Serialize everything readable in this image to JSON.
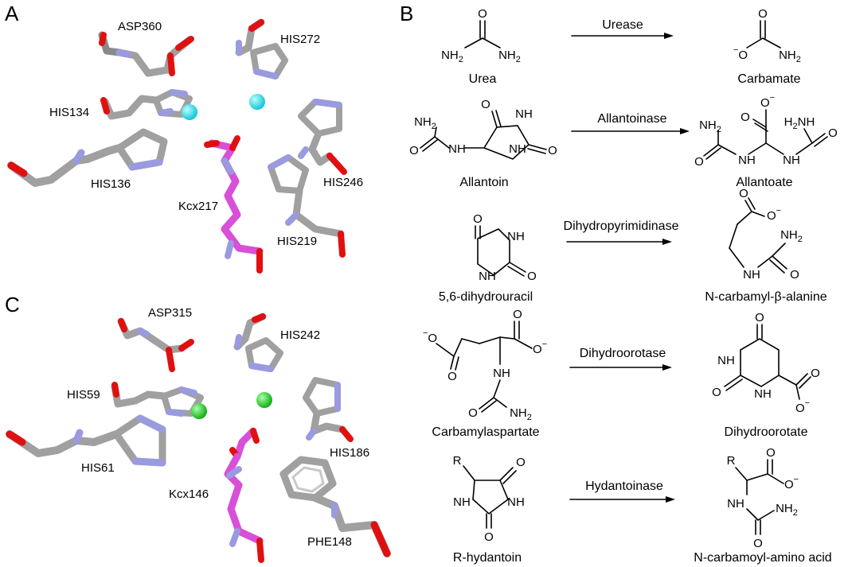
{
  "panels": {
    "a": {
      "letter": "A",
      "residues": [
        "ASP360",
        "HIS272",
        "HIS134",
        "HIS136",
        "HIS246",
        "Kcx217",
        "HIS219"
      ]
    },
    "b": {
      "letter": "B",
      "reactions": [
        {
          "enzyme": "Urease",
          "substrate": "Urea",
          "product": "Carbamate"
        },
        {
          "enzyme": "Allantoinase",
          "substrate": "Allantoin",
          "product": "Allantoate"
        },
        {
          "enzyme": "Dihydropyrimidinase",
          "substrate": "5,6-dihydrouracil",
          "product": "N-carbamyl-β-alanine"
        },
        {
          "enzyme": "Dihydroorotase",
          "substrate": "Carbamylaspartate",
          "product": "Dihydroorotate"
        },
        {
          "enzyme": "Hydantoinase",
          "substrate": "R-hydantoin",
          "product": "N-carbamoyl-amino acid"
        }
      ]
    },
    "c": {
      "letter": "C",
      "residues": [
        "ASP315",
        "HIS242",
        "HIS59",
        "HIS61",
        "HIS186",
        "Kcx146",
        "PHE148"
      ]
    }
  },
  "atoms": {
    "O": "O",
    "NH": "NH",
    "NH2": "NH",
    "sub2": "2",
    "H2N": "H",
    "N2sub": "2",
    "R": "R",
    "minus": "−"
  },
  "colors": {
    "carbon": "#9b9b9b",
    "nitrogen": "#9a9adf",
    "oxygen": "#e01010",
    "kcx": "#d84fd8",
    "metal_a": "#1fd9e6",
    "metal_c": "#1fcc1f"
  }
}
